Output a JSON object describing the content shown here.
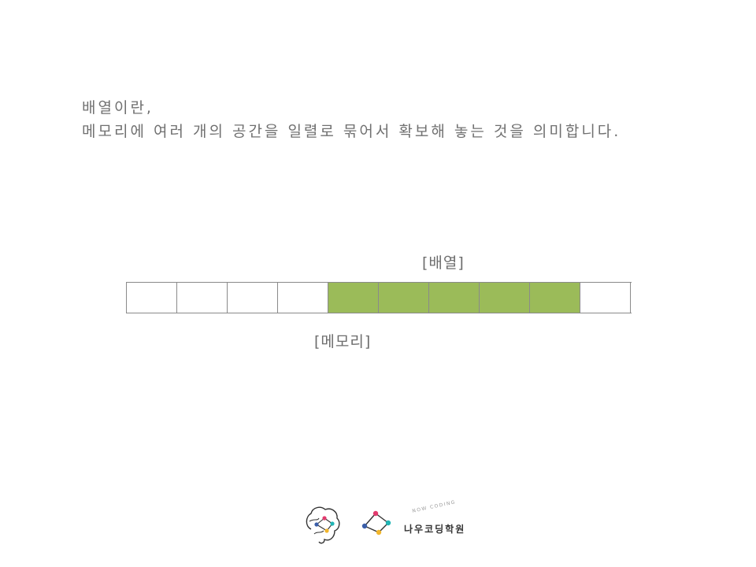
{
  "intro": {
    "line1": "배열이란,",
    "line2": "메모리에 여러 개의 공간을 일렬로 묶어서 확보해 놓는 것을 의미합니다."
  },
  "diagram": {
    "array_label": "[배열]",
    "memory_label": "[메모리]",
    "cells": [
      "empty",
      "empty",
      "empty",
      "empty",
      "array",
      "array",
      "array",
      "array",
      "array",
      "empty"
    ],
    "array_color": "#9bbb59",
    "empty_color": "#ffffff",
    "border_color": "#8a8a8a"
  },
  "footer": {
    "brand_name": "나우코딩학원",
    "brand_sub": "NOW CODING",
    "icons": [
      "brain-logo-icon",
      "diamond-logo-icon"
    ]
  }
}
